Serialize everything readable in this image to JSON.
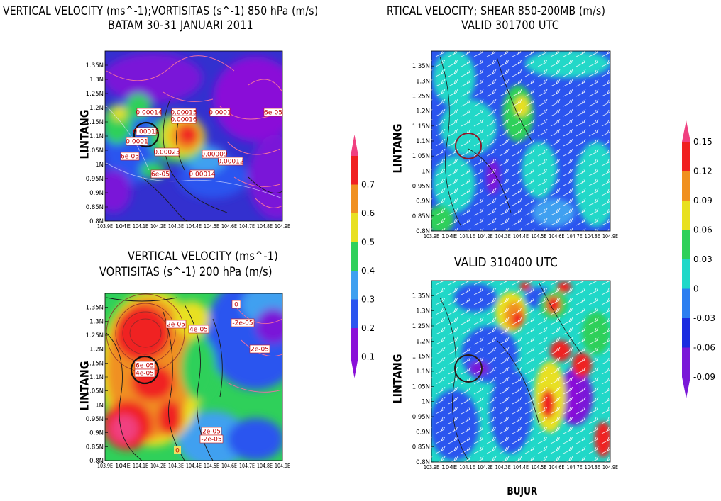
{
  "panels": {
    "tl": {
      "title1": "VERTICAL VELOCITY (ms^-1);VORTISITAS (s^-1) 850 hPa (m/s)",
      "title2": "BATAM 30-31 JANUARI 2011",
      "ylabel": "LINTANG",
      "labels": [
        "0.00014",
        "0.00012",
        "0.00015",
        "0.00016",
        "0.0001",
        "6e-05",
        "0.0001",
        "6e-05",
        "0.00023",
        "0.00009",
        "0.00012",
        "6e-05",
        "0.00014"
      ]
    },
    "bl": {
      "title1": "VERTICAL VELOCITY (ms^-1)",
      "title2": "VORTISITAS (s^-1) 200 hPa (m/s)",
      "ylabel": "LINTANG",
      "labels": [
        "0",
        "2e-05",
        "4e-05",
        "-2e-05",
        "2e-05",
        "6e-05",
        "4e-05",
        "2e-05",
        "-2e-05",
        "0"
      ]
    },
    "tr": {
      "title1": "RTICAL VELOCITY; SHEAR 850-200MB (m/s)",
      "title2": "VALID 301700 UTC",
      "ylabel": "LINTANG"
    },
    "br": {
      "title1": "VALID 310400 UTC",
      "ylabel": "LINTANG",
      "xlabel": "BUJUR"
    }
  },
  "chart_data": [
    {
      "type": "heatmap",
      "panel": "top-left",
      "title": "VERTICAL VELOCITY (ms^-1);VORTISITAS (s^-1) 850 hPa (m/s)",
      "subtitle": "BATAM 30-31 JANUARI 2011",
      "ylabel": "LINTANG",
      "xlim": [
        103.9,
        104.9
      ],
      "ylim": [
        0.8,
        1.4
      ],
      "x_ticks": [
        "103.9E",
        "104E",
        "104.1E",
        "104.2E",
        "104.3E",
        "104.4E",
        "104.5E",
        "104.6E",
        "104.7E",
        "104.8E",
        "104.9E"
      ],
      "y_ticks": [
        "0.8N",
        "0.85N",
        "0.9N",
        "0.95N",
        "1N",
        "1.05N",
        "1.1N",
        "1.15N",
        "1.2N",
        "1.25N",
        "1.3N",
        "1.35N"
      ],
      "colorbar": [
        0.1,
        0.2,
        0.3,
        0.4,
        0.5,
        0.6,
        0.7
      ]
    },
    {
      "type": "heatmap",
      "panel": "bottom-left",
      "title": "VERTICAL VELOCITY (ms^-1)",
      "subtitle": "VORTISITAS (s^-1) 200 hPa (m/s)",
      "ylabel": "LINTANG",
      "xlim": [
        103.9,
        104.9
      ],
      "ylim": [
        0.8,
        1.4
      ],
      "x_ticks": [
        "103.9E",
        "104E",
        "104.1E",
        "104.2E",
        "104.3E",
        "104.4E",
        "104.5E",
        "104.6E",
        "104.7E",
        "104.8E",
        "104.9E"
      ],
      "y_ticks": [
        "0.8N",
        "0.85N",
        "0.9N",
        "0.95N",
        "1N",
        "1.05N",
        "1.1N",
        "1.15N",
        "1.2N",
        "1.25N",
        "1.3N",
        "1.35N"
      ]
    },
    {
      "type": "heatmap",
      "panel": "top-right",
      "title": "RTICAL VELOCITY; SHEAR 850-200MB (m/s)",
      "subtitle": "VALID 301700 UTC",
      "ylabel": "LINTANG",
      "xlim": [
        103.9,
        104.9
      ],
      "ylim": [
        0.8,
        1.4
      ],
      "x_ticks": [
        "103.9E",
        "104E",
        "104.1E",
        "104.2E",
        "104.3E",
        "104.4E",
        "104.5E",
        "104.6E",
        "104.7E",
        "104.8E",
        "104.9E"
      ],
      "y_ticks": [
        "0.8N",
        "0.85N",
        "0.9N",
        "0.95N",
        "1N",
        "1.05N",
        "1.1N",
        "1.15N",
        "1.2N",
        "1.25N",
        "1.3N",
        "1.35N"
      ],
      "colorbar": [
        -0.09,
        -0.06,
        -0.03,
        0,
        0.03,
        0.06,
        0.09,
        0.12,
        0.15
      ]
    },
    {
      "type": "heatmap",
      "panel": "bottom-right",
      "title": "VALID 310400 UTC",
      "ylabel": "LINTANG",
      "xlabel": "BUJUR",
      "xlim": [
        103.9,
        104.9
      ],
      "ylim": [
        0.8,
        1.4
      ],
      "x_ticks": [
        "103.9E",
        "104E",
        "104.1E",
        "104.2E",
        "104.3E",
        "104.4E",
        "104.5E",
        "104.6E",
        "104.7E",
        "104.8E",
        "104.9E"
      ],
      "y_ticks": [
        "0.8N",
        "0.85N",
        "0.9N",
        "0.95N",
        "1N",
        "1.05N",
        "1.1N",
        "1.15N",
        "1.2N",
        "1.25N",
        "1.3N",
        "1.35N"
      ]
    }
  ],
  "colors": {
    "tl_bg": "#3a2fd0",
    "purple": "#8a10d8",
    "blue": "#2b54ef",
    "lightblue": "#3fa0f0",
    "green": "#2fd05a",
    "yellow": "#e8e020",
    "orange": "#f09020",
    "red": "#f02020",
    "pink": "#f04080",
    "cyan": "#20d8c8",
    "darkblue": "#1a2be0"
  }
}
